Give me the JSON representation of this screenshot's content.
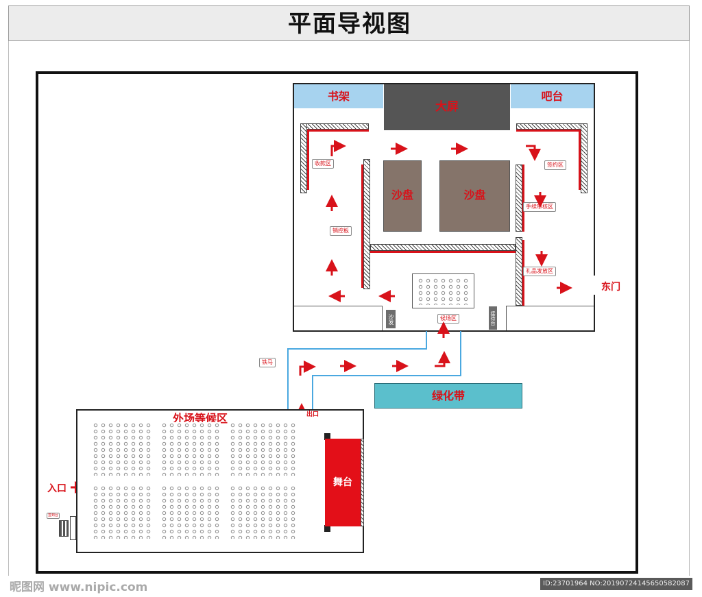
{
  "title": "平面导视图",
  "labels": {
    "bookshelf": "书架",
    "bar": "吧台",
    "screen": "大屏",
    "sand1": "沙盘",
    "sand2": "沙盘",
    "east_door": "东门",
    "greenbelt": "绿化带",
    "outer_wait": "外场等候区",
    "stage": "舞台",
    "entrance": "入口"
  },
  "notes": {
    "cashier": "收款区",
    "signing": "签约区",
    "procedure": "手续审核区",
    "sales_board": "销控板",
    "gift": "礼品发放区",
    "sofa": "沙发",
    "waiting": "候场区",
    "reception": "接待台",
    "barrier": "铁马",
    "exit": "出口",
    "signin": "签到台"
  },
  "colors": {
    "accent_red": "#d8121a",
    "light_blue": "#a7d3ef",
    "screen_gray": "#555555",
    "sand_brown": "#85746a",
    "greenbelt_teal": "#5bbfcc",
    "path_blue": "#4aa8e0"
  },
  "watermark": {
    "left": "昵图网 www.nipic.com",
    "right": "ID:23701964 NO:20190724145650582087"
  }
}
